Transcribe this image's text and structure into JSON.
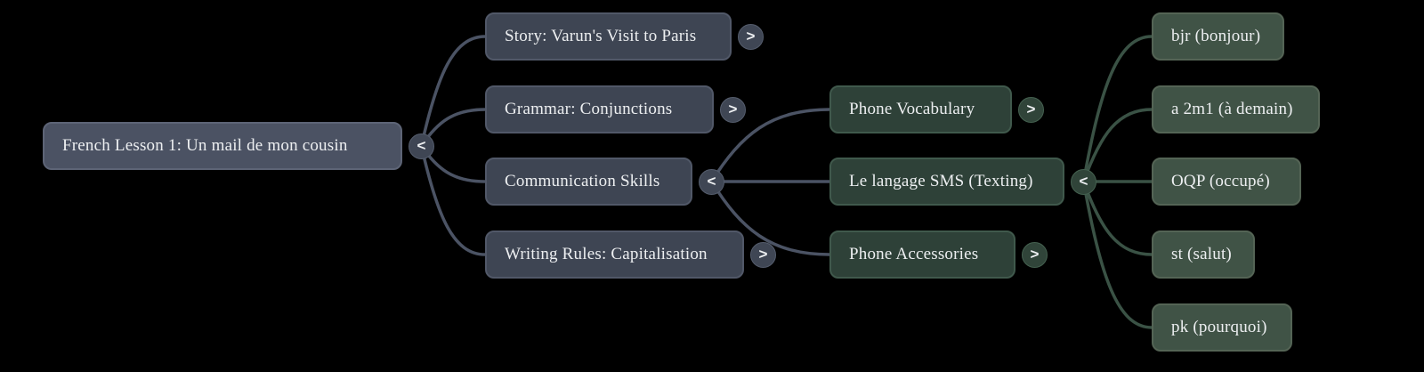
{
  "mindmap": {
    "nodes": [
      {
        "id": "root",
        "label": "French Lesson 1: Un mail de mon cousin",
        "parent": null,
        "palette": "slate_root",
        "expander": "<"
      },
      {
        "id": "story",
        "label": "Story: Varun's Visit to Paris",
        "parent": "root",
        "palette": "slate_child",
        "expander": ">"
      },
      {
        "id": "grammar",
        "label": "Grammar: Conjunctions",
        "parent": "root",
        "palette": "slate_child",
        "expander": ">"
      },
      {
        "id": "comm",
        "label": "Communication Skills",
        "parent": "root",
        "palette": "slate_child",
        "expander": "<"
      },
      {
        "id": "writing",
        "label": "Writing Rules: Capitalisation",
        "parent": "root",
        "palette": "slate_child",
        "expander": ">"
      },
      {
        "id": "phonevocab",
        "label": "Phone Vocabulary",
        "parent": "comm",
        "palette": "green_deep",
        "expander": ">"
      },
      {
        "id": "sms",
        "label": "Le langage SMS (Texting)",
        "parent": "comm",
        "palette": "green_deep",
        "expander": "<"
      },
      {
        "id": "phoneacc",
        "label": "Phone Accessories",
        "parent": "comm",
        "palette": "green_deep",
        "expander": ">"
      },
      {
        "id": "bjr",
        "label": "bjr (bonjour)",
        "parent": "sms",
        "palette": "green_leaf",
        "expander": null
      },
      {
        "id": "a2m1",
        "label": "a 2m1 (à demain)",
        "parent": "sms",
        "palette": "green_leaf",
        "expander": null
      },
      {
        "id": "oqp",
        "label": "OQP (occupé)",
        "parent": "sms",
        "palette": "green_leaf",
        "expander": null
      },
      {
        "id": "st",
        "label": "st (salut)",
        "parent": "sms",
        "palette": "green_leaf",
        "expander": null
      },
      {
        "id": "pk",
        "label": "pk (pourquoi)",
        "parent": "sms",
        "palette": "green_leaf",
        "expander": null
      }
    ]
  },
  "palette": {
    "text_color": "#edeff1",
    "background": "#000000",
    "slate_root": {
      "fill": "#4b5263",
      "border": "#5d6476",
      "circle_fill": "#3f4654",
      "circle_border": "#545c6c",
      "link": "#4b5364"
    },
    "slate_child": {
      "fill": "#3e4553",
      "border": "#515868",
      "circle_fill": "#3f4654",
      "circle_border": "#545c6c",
      "link": "#4b5364"
    },
    "green_deep": {
      "fill": "#2e4138",
      "border": "#40594c",
      "circle_fill": "#304439",
      "circle_border": "#44604f",
      "link": "#3a5245"
    },
    "green_leaf": {
      "fill": "#405346",
      "border": "#546455",
      "circle_fill": "#304439",
      "circle_border": "#44604f",
      "link": "#3a5245"
    }
  }
}
